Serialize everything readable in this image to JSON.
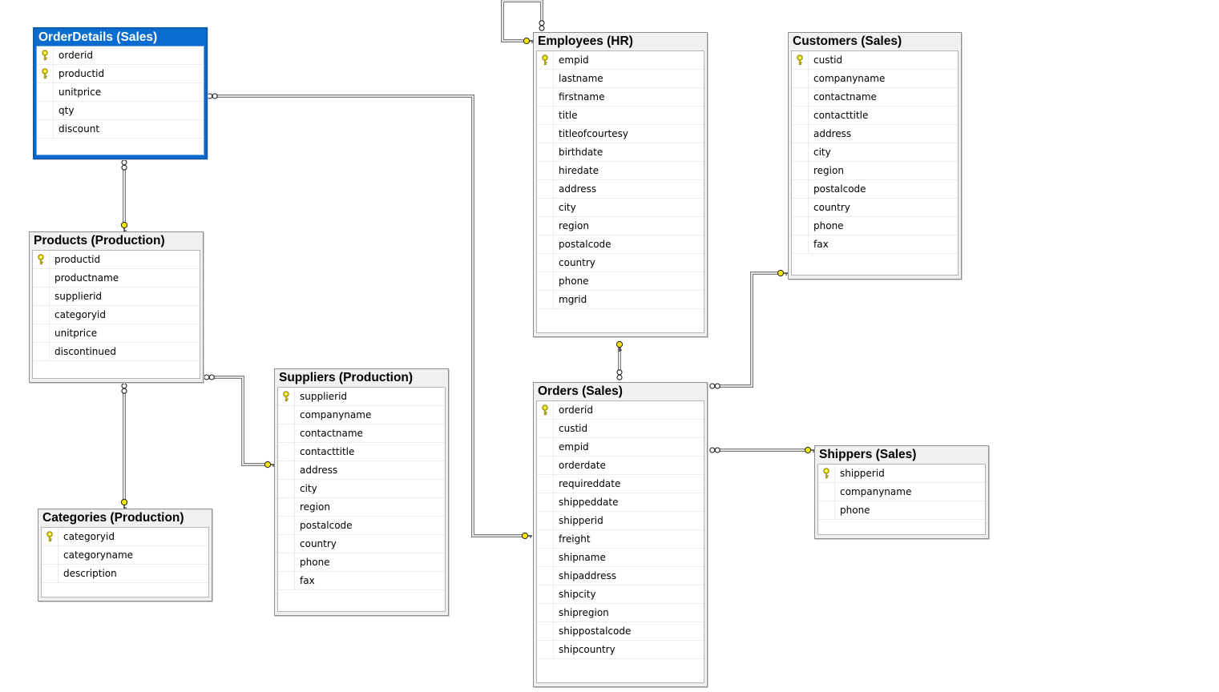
{
  "tables": [
    {
      "id": "orderdetails",
      "title": "OrderDetails (Sales)",
      "selected": true,
      "columns": [
        {
          "name": "orderid",
          "pk": true
        },
        {
          "name": "productid",
          "pk": true
        },
        {
          "name": "unitprice"
        },
        {
          "name": "qty"
        },
        {
          "name": "discount"
        }
      ]
    },
    {
      "id": "products",
      "title": "Products (Production)",
      "columns": [
        {
          "name": "productid",
          "pk": true
        },
        {
          "name": "productname"
        },
        {
          "name": "supplierid"
        },
        {
          "name": "categoryid"
        },
        {
          "name": "unitprice"
        },
        {
          "name": "discontinued"
        }
      ]
    },
    {
      "id": "categories",
      "title": "Categories (Production)",
      "columns": [
        {
          "name": "categoryid",
          "pk": true
        },
        {
          "name": "categoryname"
        },
        {
          "name": "description"
        }
      ]
    },
    {
      "id": "suppliers",
      "title": "Suppliers (Production)",
      "columns": [
        {
          "name": "supplierid",
          "pk": true
        },
        {
          "name": "companyname"
        },
        {
          "name": "contactname"
        },
        {
          "name": "contacttitle"
        },
        {
          "name": "address"
        },
        {
          "name": "city"
        },
        {
          "name": "region"
        },
        {
          "name": "postalcode"
        },
        {
          "name": "country"
        },
        {
          "name": "phone"
        },
        {
          "name": "fax"
        }
      ]
    },
    {
      "id": "employees",
      "title": "Employees (HR)",
      "columns": [
        {
          "name": "empid",
          "pk": true
        },
        {
          "name": "lastname"
        },
        {
          "name": "firstname"
        },
        {
          "name": "title"
        },
        {
          "name": "titleofcourtesy"
        },
        {
          "name": "birthdate"
        },
        {
          "name": "hiredate"
        },
        {
          "name": "address"
        },
        {
          "name": "city"
        },
        {
          "name": "region"
        },
        {
          "name": "postalcode"
        },
        {
          "name": "country"
        },
        {
          "name": "phone"
        },
        {
          "name": "mgrid"
        }
      ]
    },
    {
      "id": "orders",
      "title": "Orders (Sales)",
      "columns": [
        {
          "name": "orderid",
          "pk": true
        },
        {
          "name": "custid"
        },
        {
          "name": "empid"
        },
        {
          "name": "orderdate"
        },
        {
          "name": "requireddate"
        },
        {
          "name": "shippeddate"
        },
        {
          "name": "shipperid"
        },
        {
          "name": "freight"
        },
        {
          "name": "shipname"
        },
        {
          "name": "shipaddress"
        },
        {
          "name": "shipcity"
        },
        {
          "name": "shipregion"
        },
        {
          "name": "shippostalcode"
        },
        {
          "name": "shipcountry"
        }
      ]
    },
    {
      "id": "customers",
      "title": "Customers (Sales)",
      "columns": [
        {
          "name": "custid",
          "pk": true
        },
        {
          "name": "companyname"
        },
        {
          "name": "contactname"
        },
        {
          "name": "contacttitle"
        },
        {
          "name": "address"
        },
        {
          "name": "city"
        },
        {
          "name": "region"
        },
        {
          "name": "postalcode"
        },
        {
          "name": "country"
        },
        {
          "name": "phone"
        },
        {
          "name": "fax"
        }
      ]
    },
    {
      "id": "shippers",
      "title": "Shippers (Sales)",
      "columns": [
        {
          "name": "shipperid",
          "pk": true
        },
        {
          "name": "companyname"
        },
        {
          "name": "phone"
        }
      ]
    }
  ],
  "relationships": [
    {
      "id": "orderdetails-orders",
      "from": "orderdetails",
      "to": "orders",
      "many_end": "orderdetails",
      "one_end": "orders"
    },
    {
      "id": "orderdetails-products",
      "from": "orderdetails",
      "to": "products",
      "many_end": "orderdetails",
      "one_end": "products"
    },
    {
      "id": "products-categories",
      "from": "products",
      "to": "categories",
      "many_end": "products",
      "one_end": "categories"
    },
    {
      "id": "products-suppliers",
      "from": "products",
      "to": "suppliers",
      "many_end": "products",
      "one_end": "suppliers"
    },
    {
      "id": "employees-self",
      "from": "employees",
      "to": "employees",
      "many_end": "employees",
      "one_end": "employees"
    },
    {
      "id": "orders-employees",
      "from": "orders",
      "to": "employees",
      "many_end": "orders",
      "one_end": "employees"
    },
    {
      "id": "orders-customers",
      "from": "orders",
      "to": "customers",
      "many_end": "orders",
      "one_end": "customers"
    },
    {
      "id": "orders-shippers",
      "from": "orders",
      "to": "shippers",
      "many_end": "orders",
      "one_end": "shippers"
    }
  ],
  "colors": {
    "selected_header": "#0a6ccf",
    "header": "#f0f0f0",
    "key_icon": "#f2e600",
    "connector": "#7a7a7a"
  },
  "icons": {
    "primary_key": "key-icon",
    "many_end": "infinity-icon",
    "one_end": "key-icon"
  }
}
